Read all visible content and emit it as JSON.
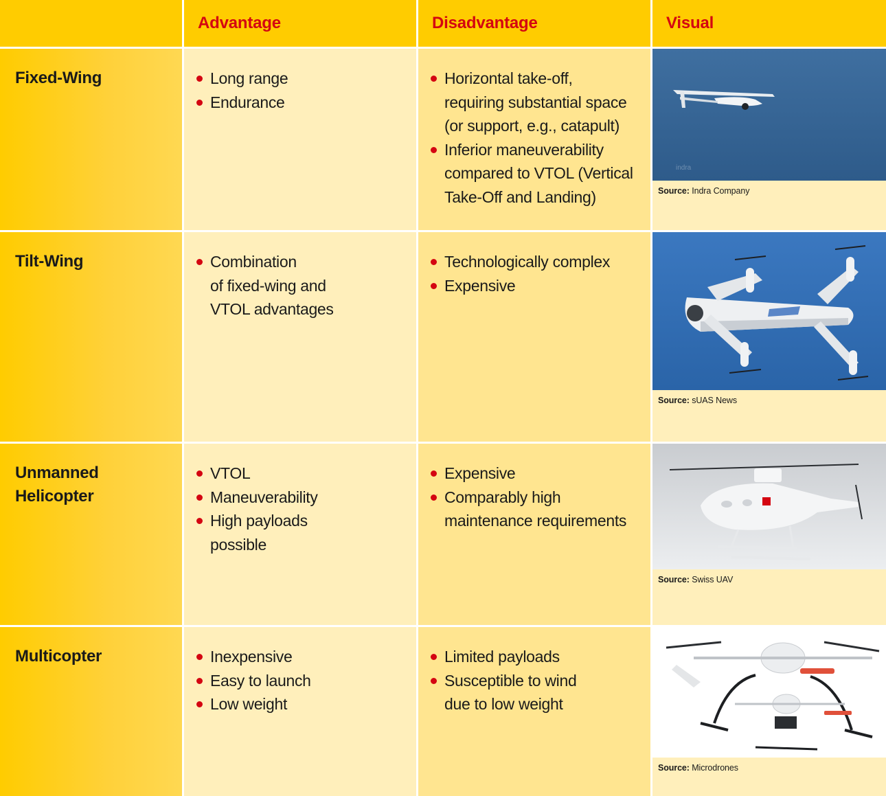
{
  "headers": {
    "advantage": "Advantage",
    "disadvantage": "Disadvantage",
    "visual": "Visual"
  },
  "rows": [
    {
      "type": "Fixed-Wing",
      "advantages": [
        "Long range",
        "Endurance"
      ],
      "disadvantages": [
        "Horizontal take-off,\nrequiring substantial space\n(or support, e.g., catapult)",
        "Inferior maneuverability\ncompared to VTOL (Vertical\nTake-Off and Landing)"
      ],
      "source_label": "Source:",
      "source": "Indra Company",
      "watermark": "indra"
    },
    {
      "type": "Tilt-Wing",
      "advantages": [
        "Combination\nof fixed-wing and\nVTOL advantages"
      ],
      "disadvantages": [
        "Technologically complex",
        "Expensive"
      ],
      "source_label": "Source:",
      "source": "sUAS News"
    },
    {
      "type": "Unmanned\nHelicopter",
      "advantages": [
        "VTOL",
        "Maneuverability",
        "High payloads\npossible"
      ],
      "disadvantages": [
        "Expensive",
        "Comparably high\nmaintenance requirements"
      ],
      "source_label": "Source:",
      "source": "Swiss UAV"
    },
    {
      "type": "Multicopter",
      "advantages": [
        "Inexpensive",
        "Easy to launch",
        "Low weight"
      ],
      "disadvantages": [
        "Limited payloads",
        "Susceptible to wind\ndue to low weight"
      ],
      "source_label": "Source:",
      "source": "Microdrones"
    }
  ],
  "colors": {
    "dhl_yellow": "#ffcc00",
    "dhl_red": "#d40511",
    "cell_light": "#ffefbb",
    "cell_mid": "#ffe590"
  }
}
